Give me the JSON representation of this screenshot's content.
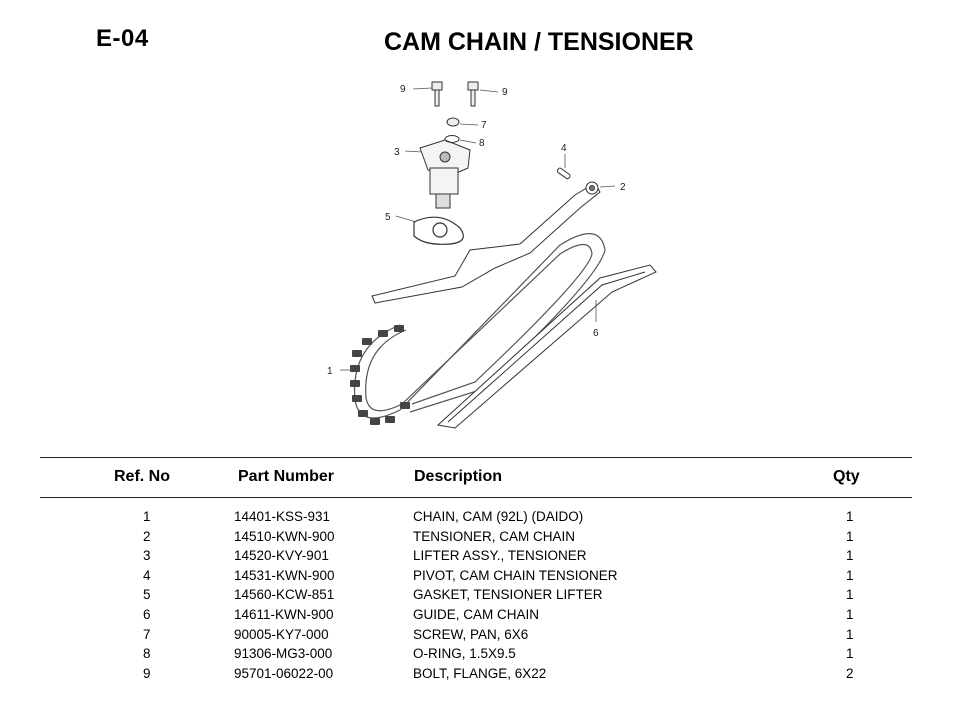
{
  "header": {
    "code": "E-04",
    "title": "CAM CHAIN / TENSIONER"
  },
  "diagram": {
    "callouts": [
      "1",
      "2",
      "3",
      "4",
      "5",
      "6",
      "7",
      "8",
      "9",
      "9"
    ]
  },
  "table": {
    "columns": [
      "Ref. No",
      "Part Number",
      "Description",
      "Qty"
    ],
    "rows": [
      {
        "ref": "1",
        "part": "14401-KSS-931",
        "desc": "CHAIN, CAM (92L) (DAIDO)",
        "qty": "1"
      },
      {
        "ref": "2",
        "part": "14510-KWN-900",
        "desc": "TENSIONER, CAM CHAIN",
        "qty": "1"
      },
      {
        "ref": "3",
        "part": "14520-KVY-901",
        "desc": "LIFTER ASSY., TENSIONER",
        "qty": "1"
      },
      {
        "ref": "4",
        "part": "14531-KWN-900",
        "desc": "PIVOT, CAM CHAIN TENSIONER",
        "qty": "1"
      },
      {
        "ref": "5",
        "part": "14560-KCW-851",
        "desc": "GASKET, TENSIONER LIFTER",
        "qty": "1"
      },
      {
        "ref": "6",
        "part": "14611-KWN-900",
        "desc": "GUIDE, CAM CHAIN",
        "qty": "1"
      },
      {
        "ref": "7",
        "part": "90005-KY7-000",
        "desc": "SCREW, PAN, 6X6",
        "qty": "1"
      },
      {
        "ref": "8",
        "part": "91306-MG3-000",
        "desc": "O-RING, 1.5X9.5",
        "qty": "1"
      },
      {
        "ref": "9",
        "part": "95701-06022-00",
        "desc": "BOLT, FLANGE, 6X22",
        "qty": "2"
      }
    ]
  }
}
